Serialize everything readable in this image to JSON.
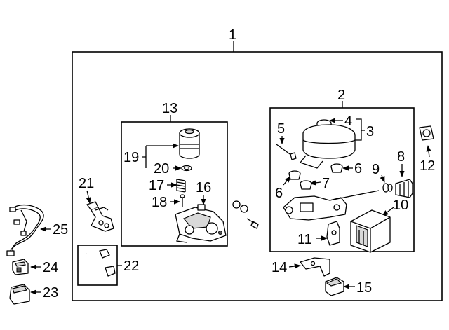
{
  "callouts": [
    {
      "id": "1",
      "text": "1"
    },
    {
      "id": "2",
      "text": "2"
    },
    {
      "id": "3",
      "text": "3"
    },
    {
      "id": "4",
      "text": "4"
    },
    {
      "id": "5",
      "text": "5"
    },
    {
      "id": "6a",
      "text": "6"
    },
    {
      "id": "6b",
      "text": "6"
    },
    {
      "id": "7",
      "text": "7"
    },
    {
      "id": "8",
      "text": "8"
    },
    {
      "id": "9",
      "text": "9"
    },
    {
      "id": "10",
      "text": "10"
    },
    {
      "id": "11",
      "text": "11"
    },
    {
      "id": "12",
      "text": "12"
    },
    {
      "id": "13",
      "text": "13"
    },
    {
      "id": "14",
      "text": "14"
    },
    {
      "id": "15",
      "text": "15"
    },
    {
      "id": "16",
      "text": "16"
    },
    {
      "id": "17",
      "text": "17"
    },
    {
      "id": "18",
      "text": "18"
    },
    {
      "id": "19",
      "text": "19"
    },
    {
      "id": "20",
      "text": "20"
    },
    {
      "id": "21",
      "text": "21"
    },
    {
      "id": "22",
      "text": "22"
    },
    {
      "id": "23",
      "text": "23"
    },
    {
      "id": "24",
      "text": "24"
    },
    {
      "id": "25",
      "text": "25"
    }
  ]
}
